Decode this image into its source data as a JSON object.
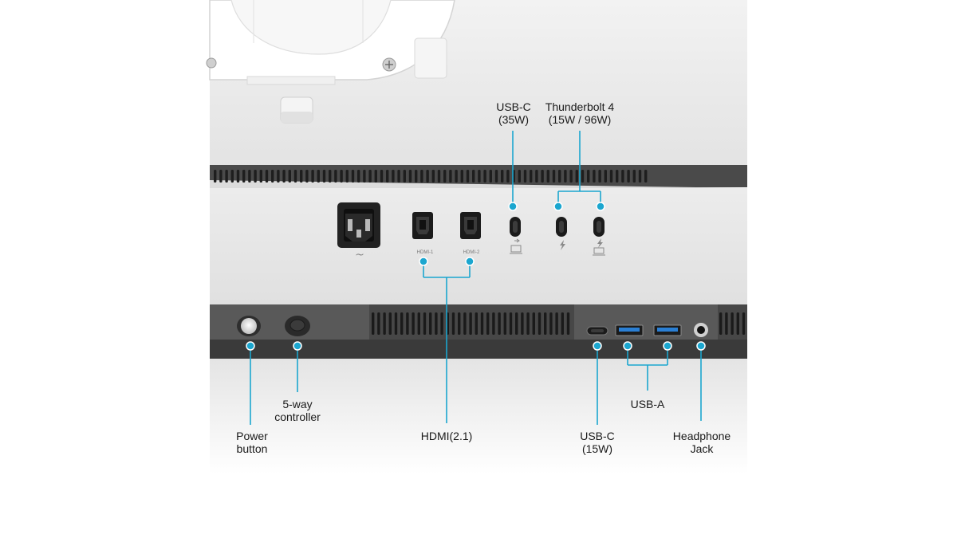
{
  "callouts": {
    "usb_c_35w": {
      "line1": "USB-C",
      "line2": "(35W)"
    },
    "thunderbolt": {
      "line1": "Thunderbolt 4",
      "line2": "(15W / 96W)"
    },
    "five_way": {
      "line1": "5-way",
      "line2": "controller"
    },
    "power": {
      "line1": "Power",
      "line2": "button"
    },
    "hdmi": {
      "line1": "HDMI(2.1)"
    },
    "usb_a": {
      "line1": "USB-A"
    },
    "usb_c_15w": {
      "line1": "USB-C",
      "line2": "(15W)"
    },
    "headphone": {
      "line1": "Headphone",
      "line2": "Jack"
    }
  },
  "port_markings": {
    "hdmi1": "HDMI-1",
    "hdmi2": "HDMI-2"
  },
  "colors": {
    "callout_line": "#1ba6cf",
    "body_light": "#e9e9e9",
    "body_dark": "#4a4a4a",
    "port_black": "#1b1b1b"
  }
}
